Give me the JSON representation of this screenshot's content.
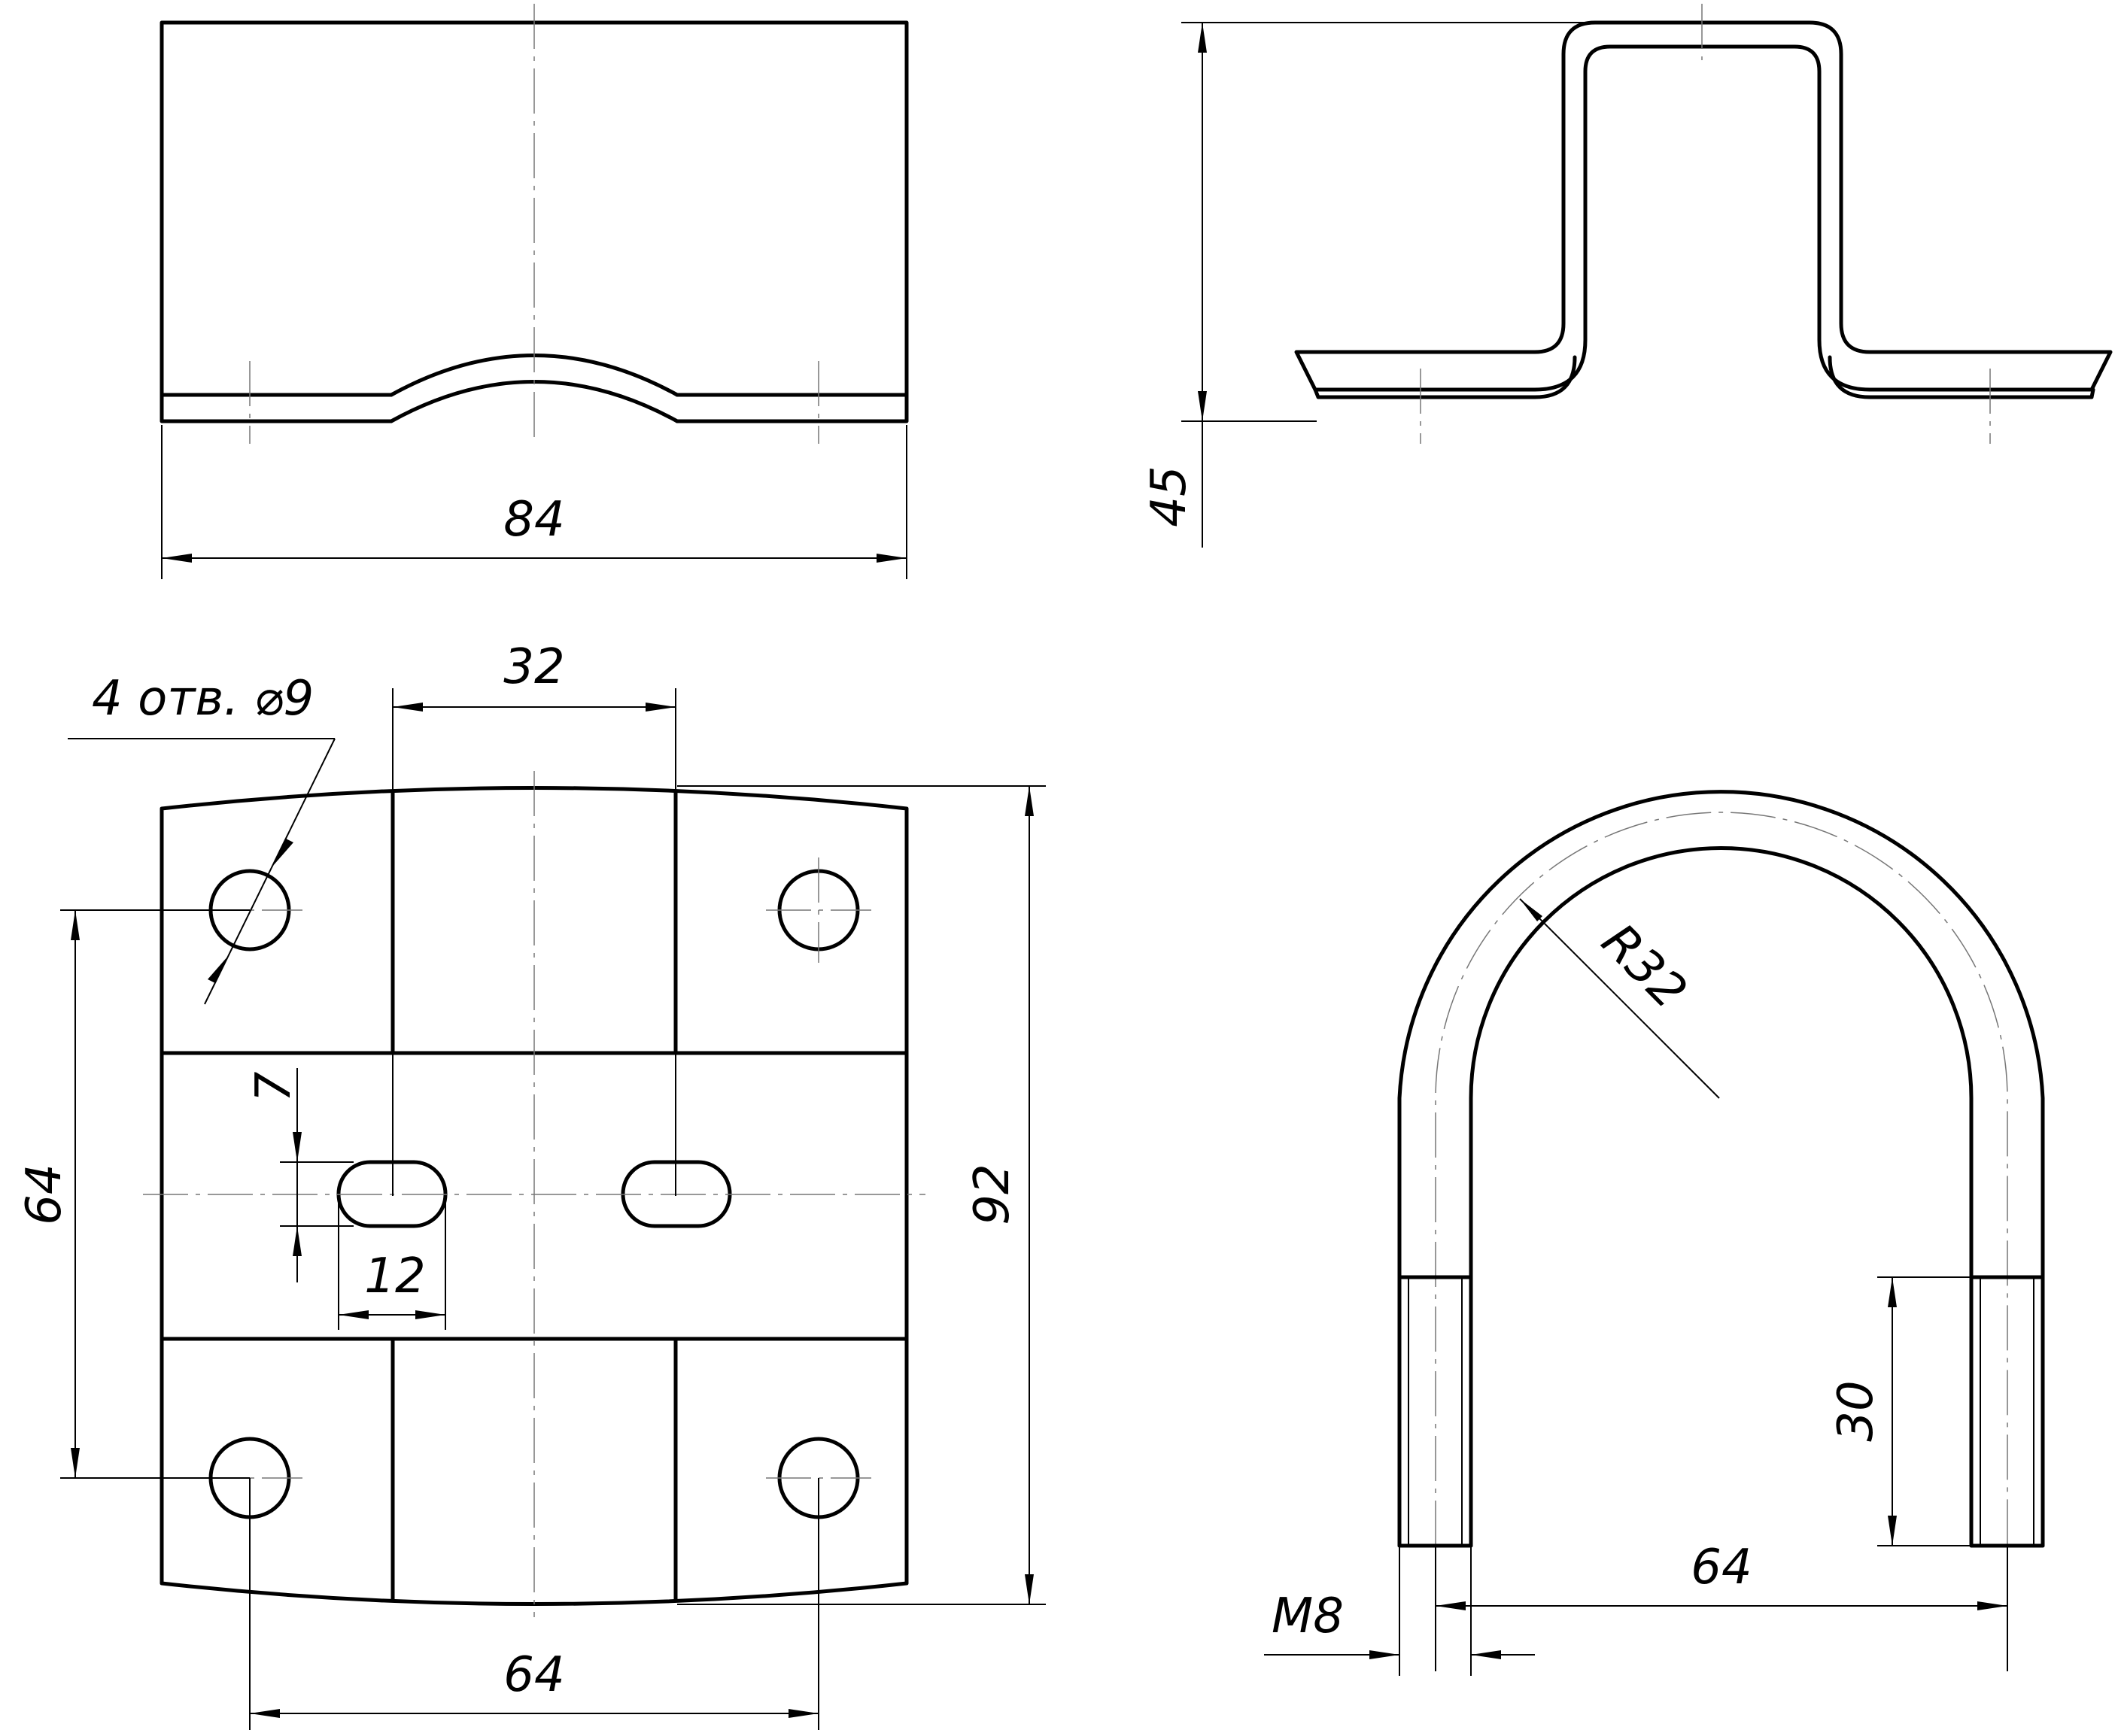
{
  "dimensions": {
    "top_width": "84",
    "side_height": "45",
    "slot_spacing": "32",
    "holes_note": "4 отв. ⌀9",
    "hole_spacing_vertical": "64",
    "slot_height": "7",
    "slot_length": "12",
    "plate_height": "92",
    "hole_spacing_horizontal": "64",
    "bend_radius": "R32",
    "thread_length": "30",
    "leg_spacing": "64",
    "thread_size": "M8"
  }
}
